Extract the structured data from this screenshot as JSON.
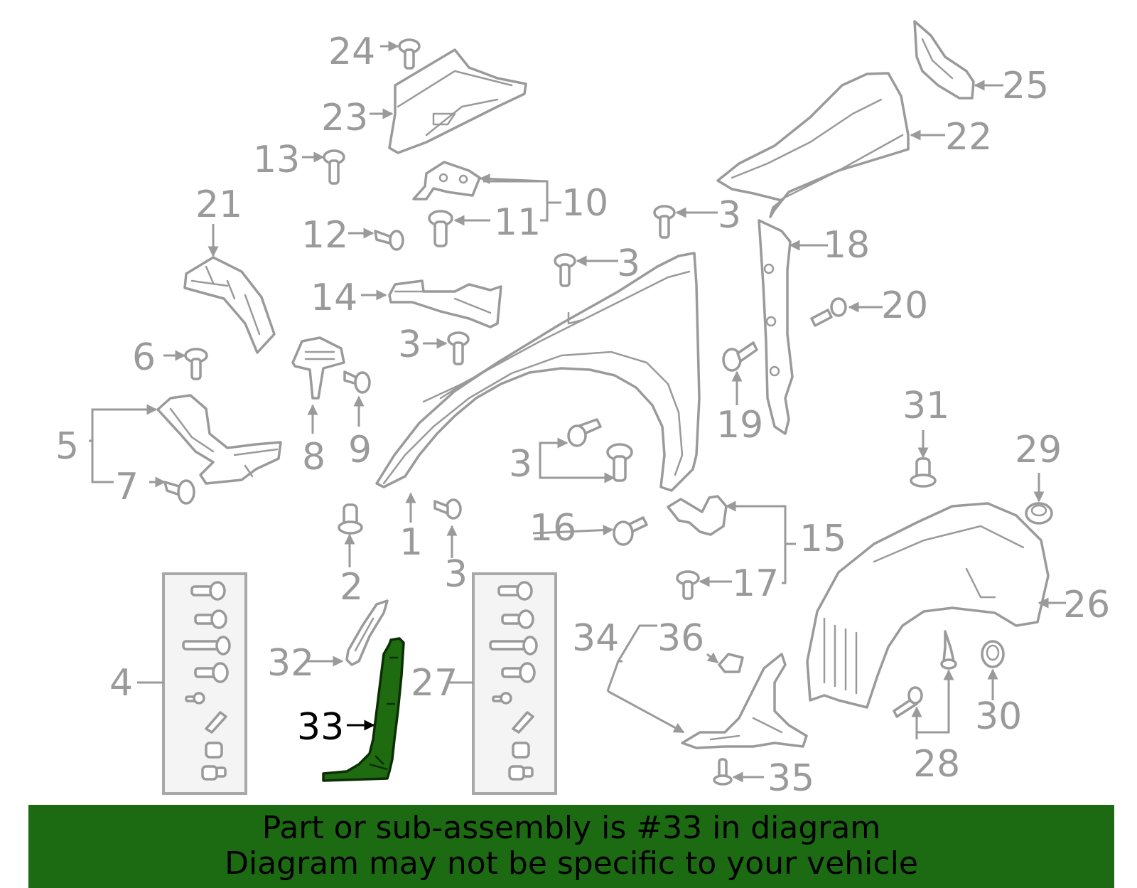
{
  "diagram": {
    "callouts": [
      "24",
      "23",
      "13",
      "21",
      "12",
      "11",
      "10",
      "14",
      "3",
      "6",
      "8",
      "9",
      "5",
      "7",
      "2",
      "1",
      "16",
      "17",
      "15",
      "19",
      "18",
      "20",
      "22",
      "25",
      "31",
      "29",
      "26",
      "28",
      "30",
      "32",
      "33",
      "34",
      "36",
      "35",
      "4",
      "27"
    ],
    "highlighted_part": "33",
    "colors": {
      "line": "#9a9a9a",
      "highlight": "#1f6b0f",
      "banner": "#1c6b13"
    }
  },
  "banner": {
    "line1": "Part or sub-assembly is #33 in diagram",
    "line2": "Diagram may not be specific to your vehicle"
  }
}
